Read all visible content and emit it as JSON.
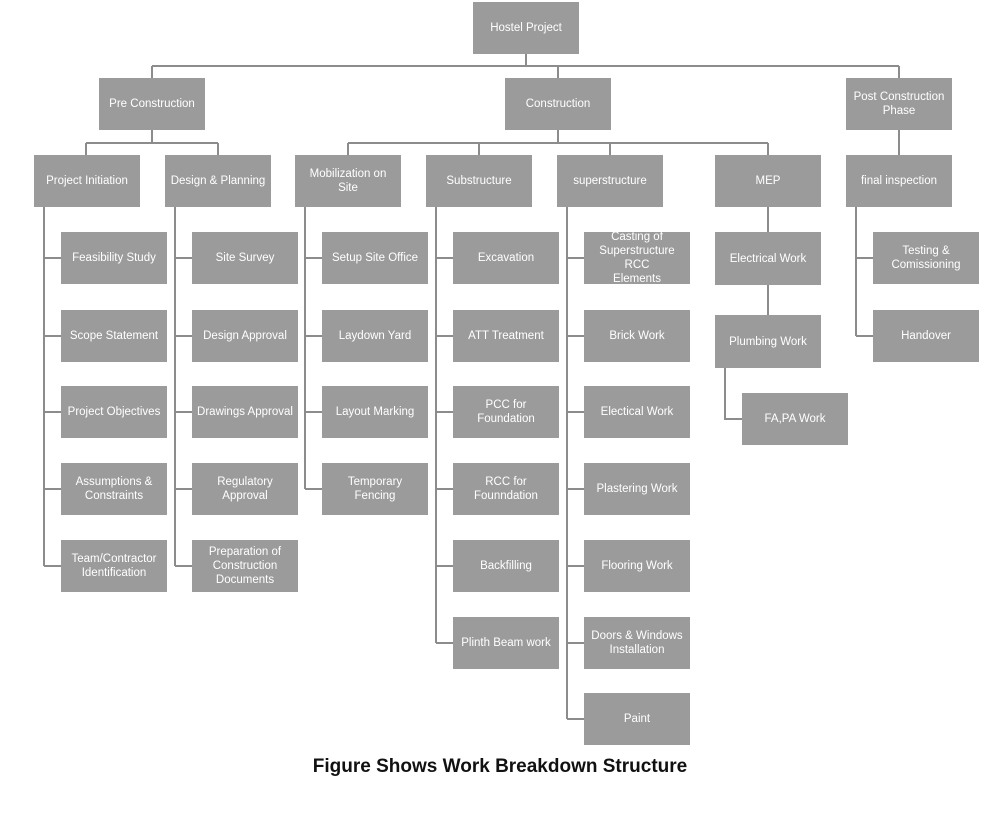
{
  "root": "Hostel Project",
  "phases": {
    "pre": "Pre Construction",
    "construction": "Construction",
    "post": "Post Construction\nPhase"
  },
  "branches": {
    "initiation": "Project Initiation",
    "design": "Design & Planning",
    "mobilization": "Mobilization on Site",
    "substructure": "Substructure",
    "superstructure": "superstructure",
    "mep": "MEP",
    "inspection": "final inspection"
  },
  "tasks": {
    "initiation": [
      "Feasibility Study",
      "Scope Statement",
      "Project Objectives",
      "Assumptions &\nConstraints",
      "Team/Contractor\nIdentification"
    ],
    "design": [
      "Site Survey",
      "Design Approval",
      "Drawings Approval",
      "Regulatory Approval",
      "Preparation of\nConstruction\nDocuments"
    ],
    "mobilization": [
      "Setup Site Office",
      "Laydown Yard",
      "Layout Marking",
      "Temporary Fencing"
    ],
    "substructure": [
      "Excavation",
      "ATT Treatment",
      "PCC for Foundation",
      "RCC for Founndation",
      "Backfilling",
      "Plinth Beam work"
    ],
    "superstructure": [
      "Casting of\nSuperstructure RCC\nElements",
      "Brick Work",
      "Electical Work",
      "Plastering Work",
      "Flooring Work",
      "Doors & Windows\nInstallation",
      "Paint"
    ],
    "mep": [
      "Electrical Work",
      "Plumbing Work",
      "FA,PA Work"
    ],
    "inspection": [
      "Testing &\nComissioning",
      "Handover"
    ]
  },
  "caption": "Figure Shows Work Breakdown Structure",
  "colors": {
    "box": "#9b9b9b",
    "box_text": "#ffffff",
    "connector": "#8c8c8c",
    "caption": "#111111"
  }
}
